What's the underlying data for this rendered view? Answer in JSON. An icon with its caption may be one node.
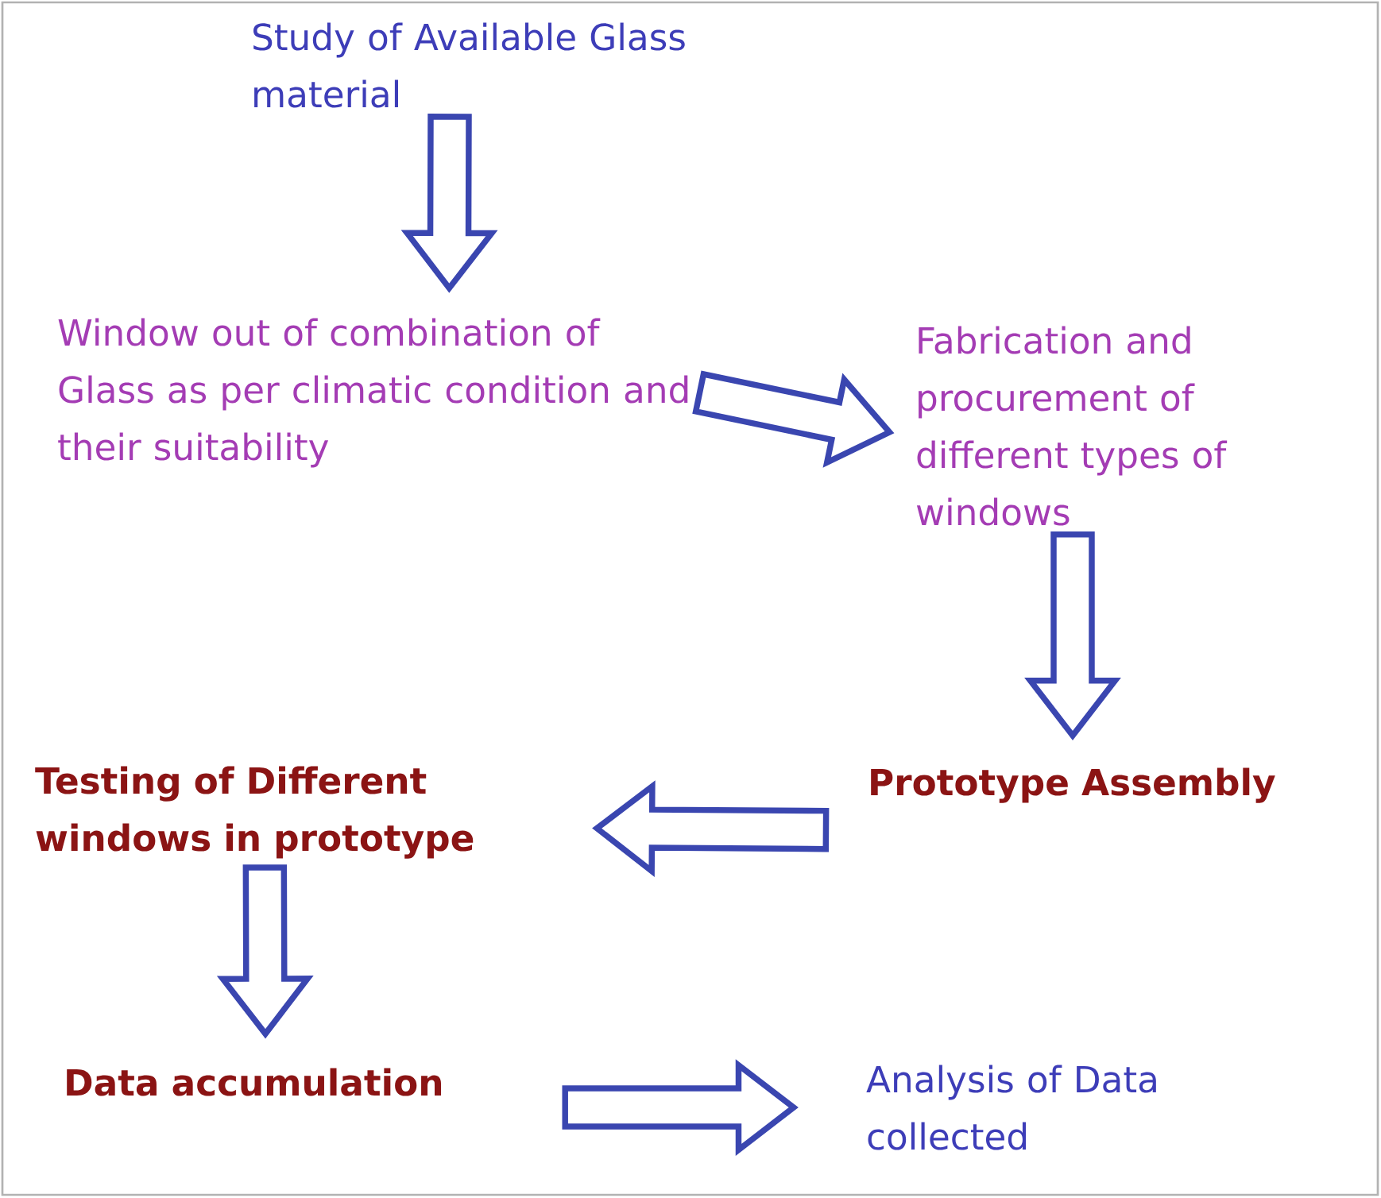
{
  "diagram": {
    "nodes": [
      {
        "text": [
          "Study of Available Glass material"
        ]
      },
      {
        "text": [
          "Window out of combination of Glass as per climatic condition and their suitability"
        ]
      },
      {
        "text": [
          "Fabrication and procurement of different types of windows"
        ]
      },
      {
        "text": [
          "Prototype Assembly"
        ]
      },
      {
        "text": [
          "Testing of Different windows in prototype"
        ]
      },
      {
        "text": [
          "Data accumulation"
        ]
      },
      {
        "text": [
          "Analysis of Data collected"
        ]
      }
    ],
    "edges": [
      {
        "from": 0,
        "to": 1,
        "arrow": "to"
      },
      {
        "from": 1,
        "to": 2,
        "arrow": "to"
      },
      {
        "from": 2,
        "to": 3,
        "arrow": "to"
      },
      {
        "from": 3,
        "to": 4,
        "arrow": "to"
      },
      {
        "from": 4,
        "to": 5,
        "arrow": "to"
      },
      {
        "from": 5,
        "to": 6,
        "arrow": "to"
      }
    ]
  }
}
